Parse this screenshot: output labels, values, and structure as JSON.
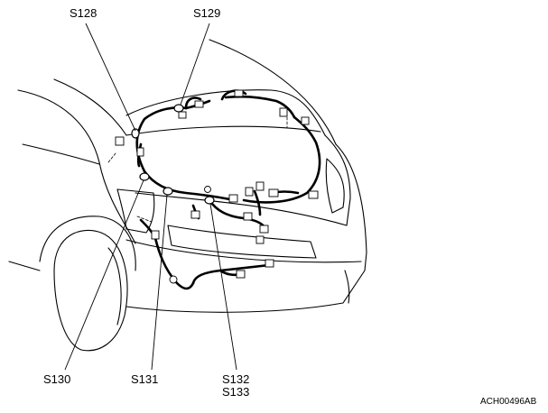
{
  "labels": {
    "s128": "S128",
    "s129": "S129",
    "s130": "S130",
    "s131": "S131",
    "s132": "S132",
    "s133": "S133"
  },
  "figure_code": "ACH00496AB",
  "colors": {
    "line": "#000000",
    "background": "#ffffff"
  }
}
